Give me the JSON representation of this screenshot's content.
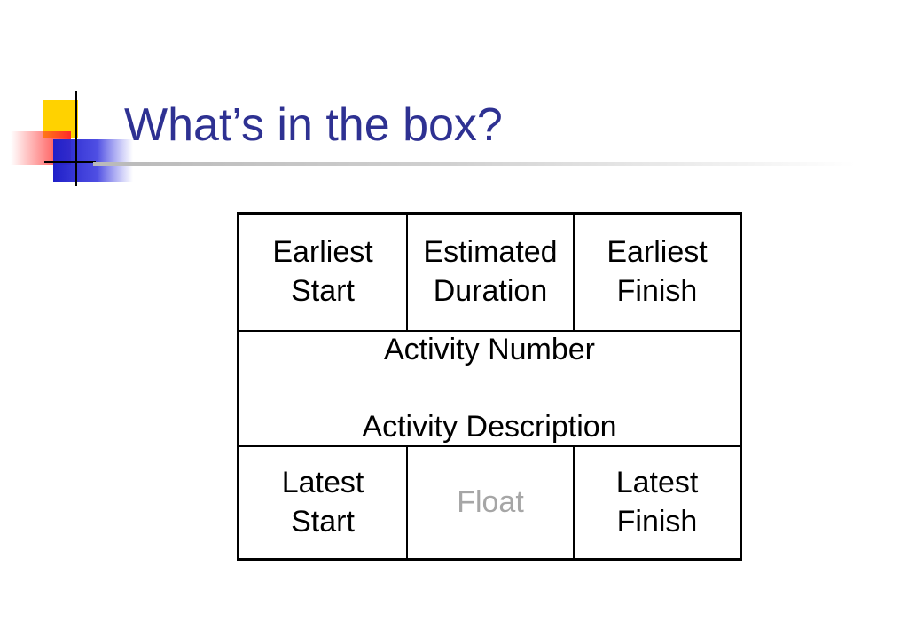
{
  "slide": {
    "title": "What’s in the box?"
  },
  "node_box": {
    "top_row": {
      "left": "Earliest\nStart",
      "center": "Estimated\nDuration",
      "right": "Earliest\nFinish"
    },
    "middle_row": {
      "line1": "Activity Number",
      "line2": "Activity Description"
    },
    "bottom_row": {
      "left": "Latest\nStart",
      "center": "Float",
      "right": "Latest\nFinish"
    }
  },
  "colors": {
    "title": "#2e3192",
    "float_text": "#a6a6a6",
    "accent_yellow": "#ffd200",
    "accent_red": "#ff3b3b",
    "accent_blue": "#2e2ecf"
  }
}
